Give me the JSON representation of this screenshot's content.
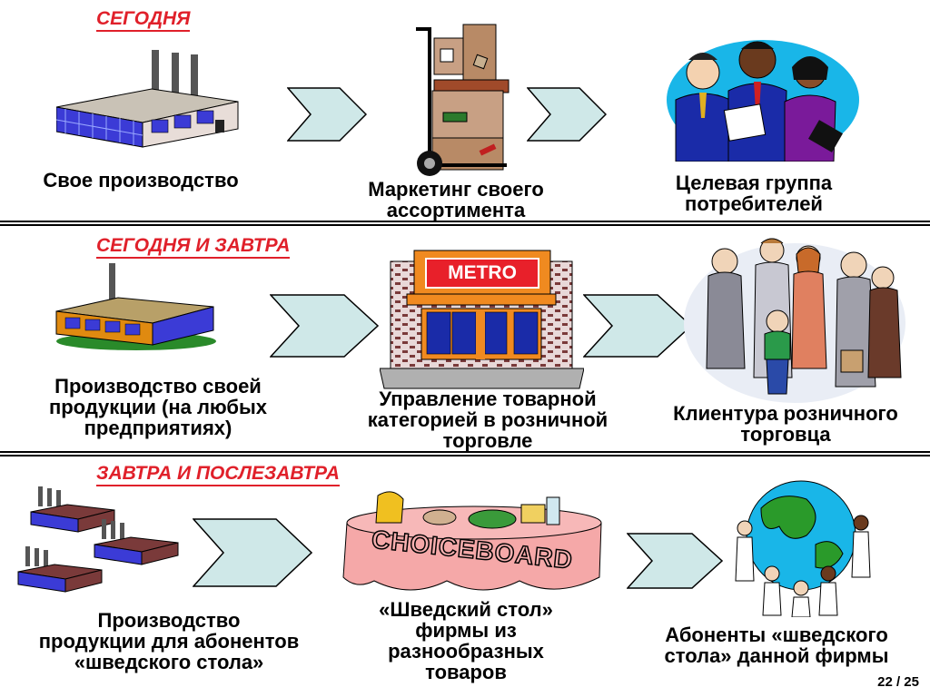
{
  "rows": [
    {
      "label": "СЕГОДНЯ",
      "source_caption": [
        "Свое производство"
      ],
      "middle_caption": [
        "Маркетинг своего",
        "ассортимента"
      ],
      "target_caption": [
        "Целевая группа",
        "потребителей"
      ]
    },
    {
      "label": "СЕГОДНЯ И ЗАВТРА",
      "source_caption": [
        "Производство своей",
        "продукции (на любых",
        "предприятиях)"
      ],
      "middle_caption": [
        "Управление товарной",
        "категорией в розничной",
        "торговле"
      ],
      "target_caption": [
        "Клиентура розничного",
        "торговца"
      ],
      "store_sign": "METRO"
    },
    {
      "label": "ЗАВТРА И ПОСЛЕЗАВТРА",
      "source_caption": [
        "Производство",
        "продукции для абонентов",
        "«шведского стола»"
      ],
      "middle_caption": [
        "«Шведский стол»",
        "фирмы из",
        "разнообразных",
        "товаров"
      ],
      "target_caption": [
        "Абоненты «шведского",
        "стола» данной фирмы"
      ],
      "table_text": "CHOICEBOARD"
    }
  ],
  "page_number": "22 / 25",
  "colors": {
    "accent": "#e0202a",
    "arrow_fill": "#cfe8e8",
    "building": "#3b3bd6"
  }
}
